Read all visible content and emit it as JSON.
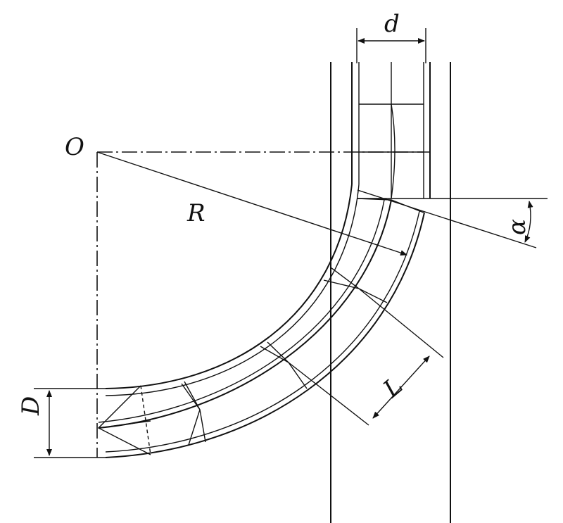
{
  "labels": {
    "d": "d",
    "O": "O",
    "R": "R",
    "alpha": "α",
    "L": "L",
    "D": "D"
  },
  "colors": {
    "ink": "#111111",
    "background": "#ffffff"
  }
}
